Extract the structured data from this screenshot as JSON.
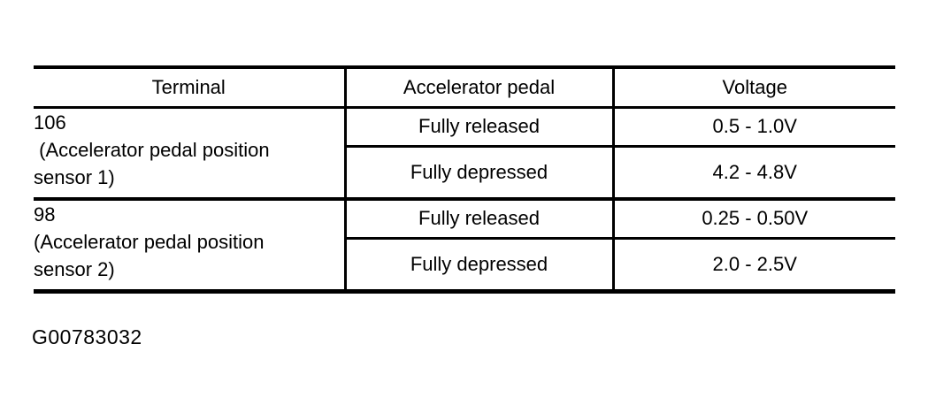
{
  "page": {
    "background": "#ffffff",
    "ink": "#000000"
  },
  "table": {
    "headers": {
      "terminal": "Terminal",
      "pedal": "Accelerator pedal",
      "voltage": "Voltage"
    },
    "rows": [
      {
        "terminal_lines": [
          "106",
          " (Accelerator pedal position",
          "sensor 1)"
        ],
        "conditions": [
          {
            "pedal": "Fully released",
            "voltage": "0.5 - 1.0V"
          },
          {
            "pedal": "Fully depressed",
            "voltage": "4.2 - 4.8V"
          }
        ]
      },
      {
        "terminal_lines": [
          "98",
          "(Accelerator pedal position",
          "sensor 2)"
        ],
        "conditions": [
          {
            "pedal": "Fully released",
            "voltage": "0.25 - 0.50V"
          },
          {
            "pedal": "Fully depressed",
            "voltage": "2.0 - 2.5V"
          }
        ]
      }
    ]
  },
  "caption": "G00783032"
}
